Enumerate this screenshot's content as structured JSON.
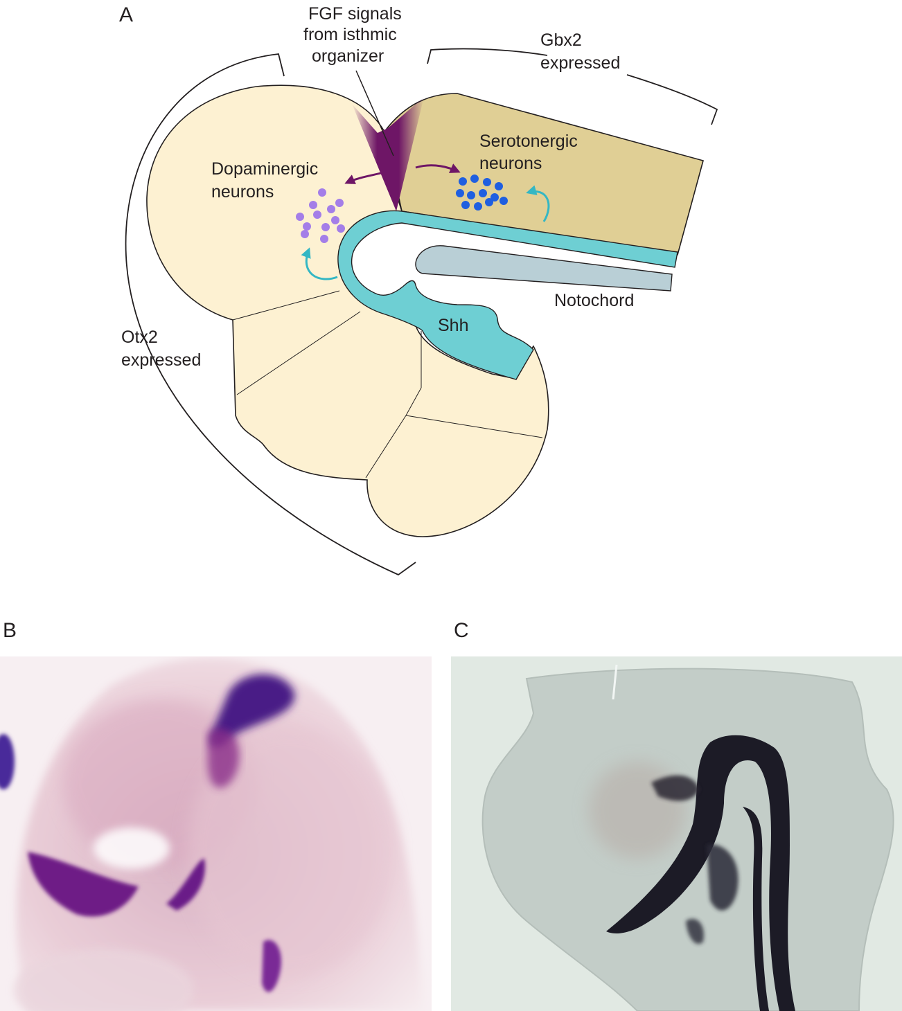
{
  "panels": {
    "a": {
      "letter": "A",
      "labels": {
        "fgf": [
          "FGF signals",
          "from isthmic",
          "organizer"
        ],
        "gbx2": [
          "Gbx2",
          "expressed"
        ],
        "dopaminergic": [
          "Dopaminergic",
          "neurons"
        ],
        "serotonergic": [
          "Serotonergic",
          "neurons"
        ],
        "otx2": [
          "Otx2",
          "expressed"
        ],
        "notochord": "Notochord",
        "shh": "Shh"
      },
      "colors": {
        "forebrain_midbrain": "#fdf1d2",
        "hindbrain": "#e0cf95",
        "fgf_signal": "#6e1666",
        "floor_plate_shh": "#6ecfd3",
        "notochord": "#b9cfd6",
        "dopaminergic_dots": "#a47ee8",
        "serotonergic_dots": "#1f5fe0",
        "cyan_arrows": "#34b7c4",
        "purple_arrows": "#6e1666"
      }
    },
    "b": {
      "letter": "B"
    },
    "c": {
      "letter": "C"
    }
  }
}
